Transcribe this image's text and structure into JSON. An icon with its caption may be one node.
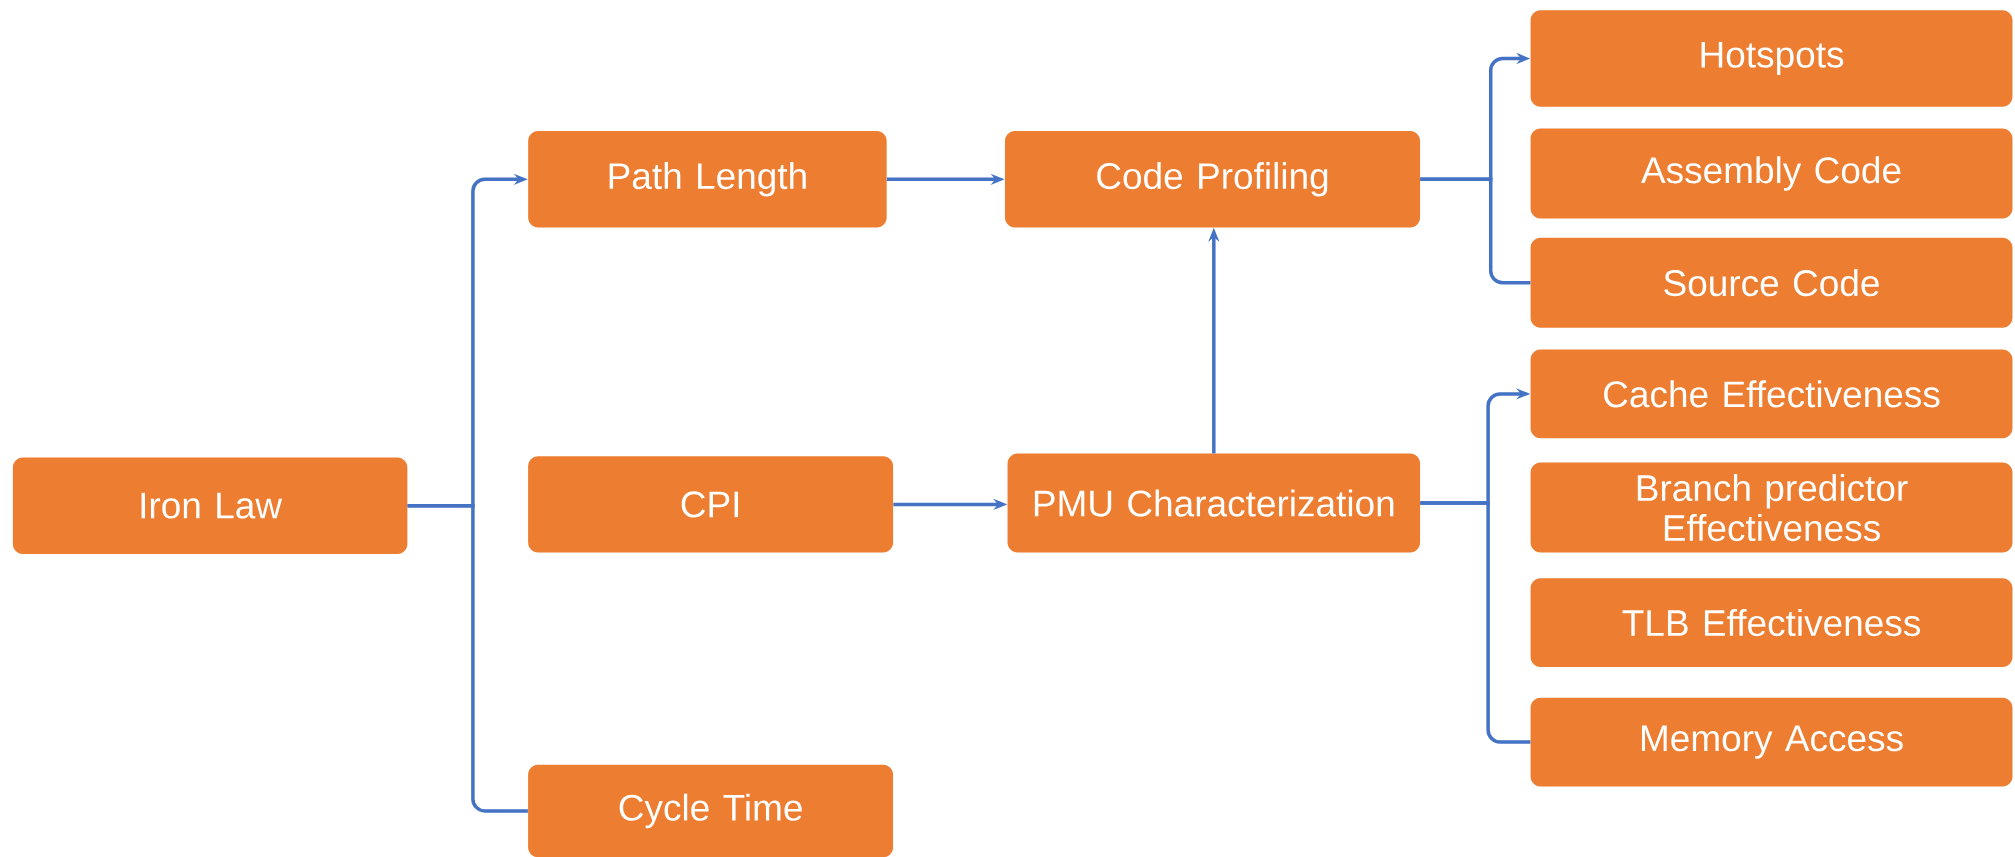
{
  "diagram": {
    "nodes": [
      {
        "text": [
          "Iron Law"
        ]
      },
      {
        "text": [
          "Path Length"
        ]
      },
      {
        "text": [
          "CPI"
        ]
      },
      {
        "text": [
          "Cycle Time"
        ]
      },
      {
        "text": [
          "Code Profiling"
        ]
      },
      {
        "text": [
          "PMU Characterization"
        ]
      },
      {
        "text": [
          "Hotspots"
        ]
      },
      {
        "text": [
          "Assembly Code"
        ]
      },
      {
        "text": [
          "Source Code"
        ]
      },
      {
        "text": [
          "Cache Effectiveness"
        ]
      },
      {
        "text": [
          "Branch predictor Effectiveness"
        ]
      },
      {
        "text": [
          "TLB Effectiveness"
        ]
      },
      {
        "text": [
          "Memory Access"
        ]
      }
    ],
    "edges": [
      {
        "from": 0,
        "to": 1,
        "arrow": "to"
      },
      {
        "from": 0,
        "to": 3,
        "arrow": "none"
      },
      {
        "from": 1,
        "to": 4,
        "arrow": "to"
      },
      {
        "from": 2,
        "to": 5,
        "arrow": "to"
      },
      {
        "from": 5,
        "to": 4,
        "arrow": "to"
      },
      {
        "from": 4,
        "to": 6,
        "arrow": "to"
      },
      {
        "from": 4,
        "to": 8,
        "arrow": "none"
      },
      {
        "from": 5,
        "to": 9,
        "arrow": "to"
      },
      {
        "from": 5,
        "to": 12,
        "arrow": "none"
      }
    ]
  }
}
